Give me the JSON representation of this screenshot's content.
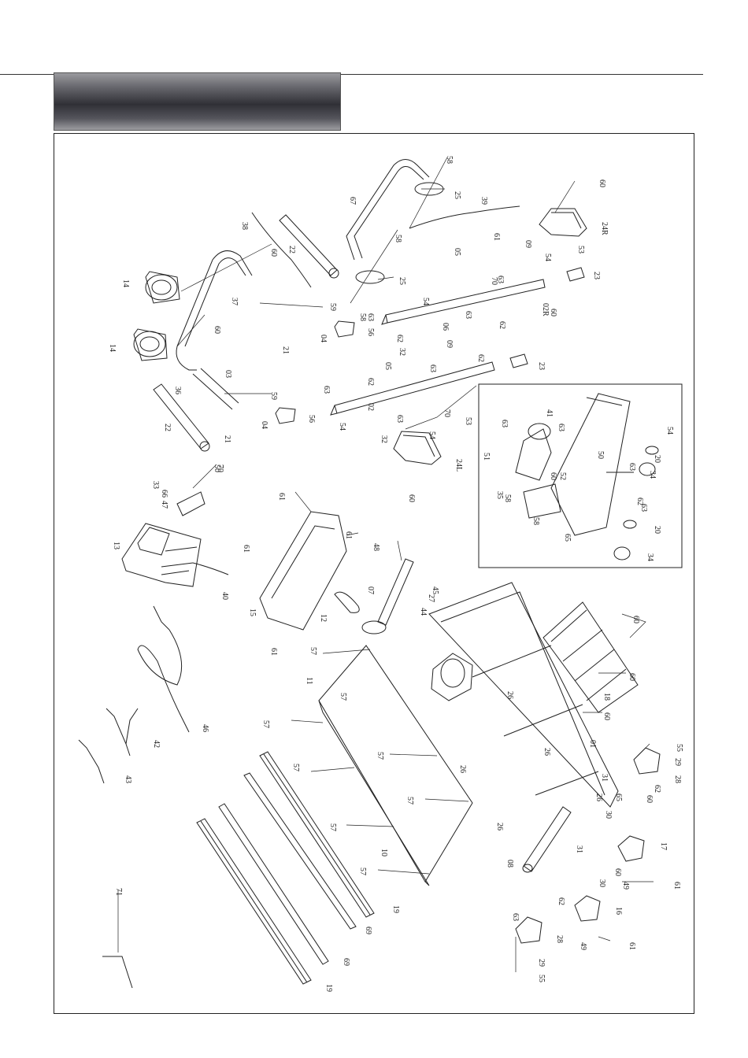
{
  "header": {
    "title": ""
  },
  "colors": {
    "line": "#222222",
    "header_dark": "#303036",
    "header_light": "#9c9ca0"
  },
  "parts": [
    {
      "id": "p01",
      "text": "01"
    },
    {
      "id": "p02",
      "text": "02"
    },
    {
      "id": "p02r",
      "text": "02R"
    },
    {
      "id": "p03",
      "text": "03"
    },
    {
      "id": "p04a",
      "text": "04"
    },
    {
      "id": "p04b",
      "text": "04"
    },
    {
      "id": "p05a",
      "text": "05"
    },
    {
      "id": "p05b",
      "text": "05"
    },
    {
      "id": "p06",
      "text": "06"
    },
    {
      "id": "p07",
      "text": "07"
    },
    {
      "id": "p08",
      "text": "08"
    },
    {
      "id": "p09a",
      "text": "09"
    },
    {
      "id": "p09b",
      "text": "09"
    },
    {
      "id": "p10",
      "text": "10"
    },
    {
      "id": "p11",
      "text": "11"
    },
    {
      "id": "p12",
      "text": "12"
    },
    {
      "id": "p13",
      "text": "13"
    },
    {
      "id": "p14a",
      "text": "14"
    },
    {
      "id": "p14b",
      "text": "14"
    },
    {
      "id": "p15",
      "text": "15"
    },
    {
      "id": "p16",
      "text": "16"
    },
    {
      "id": "p17",
      "text": "17"
    },
    {
      "id": "p18",
      "text": "18"
    },
    {
      "id": "p19a",
      "text": "19"
    },
    {
      "id": "p19b",
      "text": "19"
    },
    {
      "id": "p20a",
      "text": "20"
    },
    {
      "id": "p20b",
      "text": "20"
    },
    {
      "id": "p21a",
      "text": "21"
    },
    {
      "id": "p21b",
      "text": "21"
    },
    {
      "id": "p22a",
      "text": "22"
    },
    {
      "id": "p22b",
      "text": "22"
    },
    {
      "id": "p23a",
      "text": "23"
    },
    {
      "id": "p23b",
      "text": "23"
    },
    {
      "id": "p24l",
      "text": "24L"
    },
    {
      "id": "p24r",
      "text": "24R"
    },
    {
      "id": "p25a",
      "text": "25"
    },
    {
      "id": "p25b",
      "text": "25"
    },
    {
      "id": "p26a",
      "text": "26"
    },
    {
      "id": "p26b",
      "text": "26"
    },
    {
      "id": "p26c",
      "text": "26"
    },
    {
      "id": "p26d",
      "text": "26"
    },
    {
      "id": "p26e",
      "text": "26"
    },
    {
      "id": "p27",
      "text": "27"
    },
    {
      "id": "p28a",
      "text": "28"
    },
    {
      "id": "p28b",
      "text": "28"
    },
    {
      "id": "p29a",
      "text": "29"
    },
    {
      "id": "p29b",
      "text": "29"
    },
    {
      "id": "p30a",
      "text": "30"
    },
    {
      "id": "p30b",
      "text": "30"
    },
    {
      "id": "p31a",
      "text": "31"
    },
    {
      "id": "p31b",
      "text": "31"
    },
    {
      "id": "p32a",
      "text": "32"
    },
    {
      "id": "p32b",
      "text": "32"
    },
    {
      "id": "p33",
      "text": "33"
    },
    {
      "id": "p34a",
      "text": "34"
    },
    {
      "id": "p34b",
      "text": "34"
    },
    {
      "id": "p35",
      "text": "35"
    },
    {
      "id": "p36",
      "text": "36"
    },
    {
      "id": "p37",
      "text": "37"
    },
    {
      "id": "p38",
      "text": "38"
    },
    {
      "id": "p39",
      "text": "39"
    },
    {
      "id": "p40",
      "text": "40"
    },
    {
      "id": "p41",
      "text": "41"
    },
    {
      "id": "p42",
      "text": "42"
    },
    {
      "id": "p43",
      "text": "43"
    },
    {
      "id": "p44",
      "text": "44"
    },
    {
      "id": "p45",
      "text": "45"
    },
    {
      "id": "p46",
      "text": "46"
    },
    {
      "id": "p47",
      "text": "47"
    },
    {
      "id": "p48",
      "text": "48"
    },
    {
      "id": "p49a",
      "text": "49"
    },
    {
      "id": "p49b",
      "text": "49"
    },
    {
      "id": "p50a",
      "text": "50"
    },
    {
      "id": "p50b",
      "text": "50"
    },
    {
      "id": "p51",
      "text": "51"
    },
    {
      "id": "p52",
      "text": "52"
    },
    {
      "id": "p53a",
      "text": "53"
    },
    {
      "id": "p53b",
      "text": "53"
    },
    {
      "id": "p54a",
      "text": "54"
    },
    {
      "id": "p54b",
      "text": "54"
    },
    {
      "id": "p54c",
      "text": "54"
    },
    {
      "id": "p54d",
      "text": "54"
    },
    {
      "id": "p54e",
      "text": "54"
    },
    {
      "id": "p55a",
      "text": "55"
    },
    {
      "id": "p55b",
      "text": "55"
    },
    {
      "id": "p56a",
      "text": "56"
    },
    {
      "id": "p56b",
      "text": "56"
    },
    {
      "id": "p57a",
      "text": "57"
    },
    {
      "id": "p57b",
      "text": "57"
    },
    {
      "id": "p57c",
      "text": "57"
    },
    {
      "id": "p57d",
      "text": "57"
    },
    {
      "id": "p57e",
      "text": "57"
    },
    {
      "id": "p57f",
      "text": "57"
    },
    {
      "id": "p57g",
      "text": "57"
    },
    {
      "id": "p57h",
      "text": "57"
    },
    {
      "id": "p58a",
      "text": "58"
    },
    {
      "id": "p58b",
      "text": "58"
    },
    {
      "id": "p58c",
      "text": "58"
    },
    {
      "id": "p58d",
      "text": "58"
    },
    {
      "id": "p58e",
      "text": "58"
    },
    {
      "id": "p59a",
      "text": "59"
    },
    {
      "id": "p59b",
      "text": "59"
    },
    {
      "id": "p60a",
      "text": "60"
    },
    {
      "id": "p60b",
      "text": "60"
    },
    {
      "id": "p60c",
      "text": "60"
    },
    {
      "id": "p60d",
      "text": "60"
    },
    {
      "id": "p60e",
      "text": "60"
    },
    {
      "id": "p60f",
      "text": "60"
    },
    {
      "id": "p60g",
      "text": "60"
    },
    {
      "id": "p60h",
      "text": "60"
    },
    {
      "id": "p60i",
      "text": "60"
    },
    {
      "id": "p60j",
      "text": "60"
    },
    {
      "id": "p60k",
      "text": "60"
    },
    {
      "id": "p61a",
      "text": "61"
    },
    {
      "id": "p61b",
      "text": "61"
    },
    {
      "id": "p61c",
      "text": "61"
    },
    {
      "id": "p61d",
      "text": "61"
    },
    {
      "id": "p61e",
      "text": "61"
    },
    {
      "id": "p61f",
      "text": "61"
    },
    {
      "id": "p61g",
      "text": "61"
    },
    {
      "id": "p62a",
      "text": "62"
    },
    {
      "id": "p62b",
      "text": "62"
    },
    {
      "id": "p62c",
      "text": "62"
    },
    {
      "id": "p62d",
      "text": "62"
    },
    {
      "id": "p62e",
      "text": "62"
    },
    {
      "id": "p62f",
      "text": "62"
    },
    {
      "id": "p62g",
      "text": "62"
    },
    {
      "id": "p63a",
      "text": "63"
    },
    {
      "id": "p63b",
      "text": "63"
    },
    {
      "id": "p63c",
      "text": "63"
    },
    {
      "id": "p63d",
      "text": "63"
    },
    {
      "id": "p63e",
      "text": "63"
    },
    {
      "id": "p63f",
      "text": "63"
    },
    {
      "id": "p63g",
      "text": "63"
    },
    {
      "id": "p63h",
      "text": "63"
    },
    {
      "id": "p63i",
      "text": "63"
    },
    {
      "id": "p63j",
      "text": "63"
    },
    {
      "id": "p63k",
      "text": "63"
    },
    {
      "id": "p65a",
      "text": "65"
    },
    {
      "id": "p65b",
      "text": "65"
    },
    {
      "id": "p66",
      "text": "66"
    },
    {
      "id": "p67",
      "text": "67"
    },
    {
      "id": "p69a",
      "text": "69"
    },
    {
      "id": "p69b",
      "text": "69"
    },
    {
      "id": "p70a",
      "text": "70"
    },
    {
      "id": "p70b",
      "text": "70"
    },
    {
      "id": "p70c",
      "text": "70"
    },
    {
      "id": "p71",
      "text": "71"
    }
  ]
}
